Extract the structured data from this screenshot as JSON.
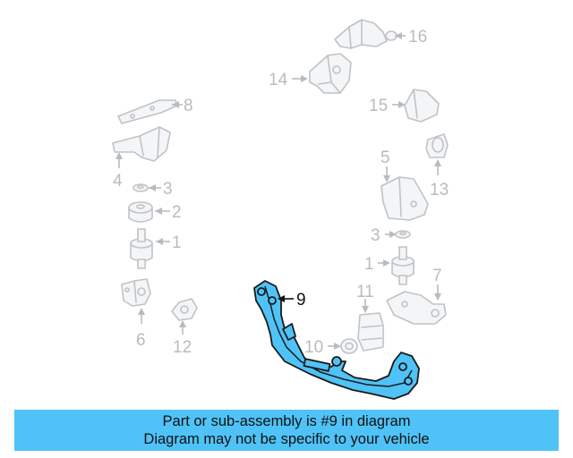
{
  "callouts": {
    "c16": "16",
    "c14": "14",
    "c8": "8",
    "c15": "15",
    "c4": "4",
    "c5": "5",
    "c13": "13",
    "c3a": "3",
    "c2": "2",
    "c1a": "1",
    "c3b": "3",
    "c1b": "1",
    "c7": "7",
    "c9": "9",
    "c11": "11",
    "c6": "6",
    "c12": "12",
    "c10": "10"
  },
  "highlight_color": "#4fc3f7",
  "banner": {
    "line1": "Part or sub-assembly is #9 in diagram",
    "line2": "Diagram may not be specific to your vehicle"
  }
}
